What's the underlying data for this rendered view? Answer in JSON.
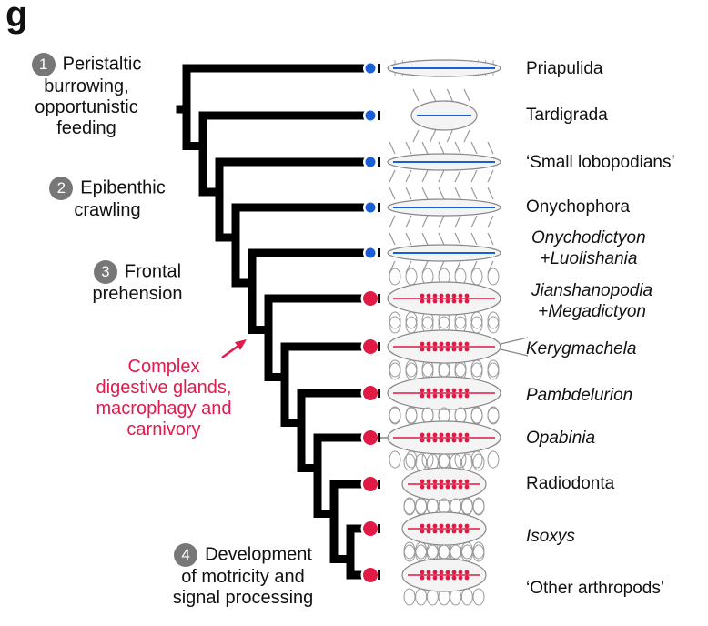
{
  "panel_letter": "g",
  "notes": [
    {
      "number": "1",
      "lines": [
        "Peristaltic",
        "burrowing,",
        "opportunistic",
        "feeding"
      ]
    },
    {
      "number": "2",
      "lines": [
        "Epibenthic",
        "crawling"
      ]
    },
    {
      "number": "3",
      "lines": [
        "Frontal",
        "prehension"
      ]
    },
    {
      "number": "4",
      "lines": [
        "Development",
        "of motricity and",
        "signal processing"
      ]
    }
  ],
  "red_note": {
    "lines": [
      "Complex",
      "digestive glands,",
      "macrophagy and",
      "carnivory"
    ],
    "color": "#e21b4d"
  },
  "taxa": [
    {
      "lines": [
        "Priapulida"
      ],
      "italic": false,
      "gland": "blue"
    },
    {
      "lines": [
        "Tardigrada"
      ],
      "italic": false,
      "gland": "blue"
    },
    {
      "lines": [
        "‘Small lobopodians’"
      ],
      "italic": false,
      "gland": "blue"
    },
    {
      "lines": [
        "Onychophora"
      ],
      "italic": false,
      "gland": "blue"
    },
    {
      "lines": [
        "Onychodictyon",
        "+Luolishania"
      ],
      "italic": true,
      "gland": "blue"
    },
    {
      "lines": [
        "Jianshanopodia",
        "+Megadictyon"
      ],
      "italic": true,
      "gland": "red"
    },
    {
      "lines": [
        "Kerygmachela"
      ],
      "italic": true,
      "gland": "red"
    },
    {
      "lines": [
        "Pambdelurion"
      ],
      "italic": true,
      "gland": "red"
    },
    {
      "lines": [
        "Opabinia"
      ],
      "italic": true,
      "gland": "red"
    },
    {
      "lines": [
        "Radiodonta"
      ],
      "italic": false,
      "gland": "red"
    },
    {
      "lines": [
        "Isoxys"
      ],
      "italic": true,
      "gland": "red"
    },
    {
      "lines": [
        "‘Other arthropods’"
      ],
      "italic": false,
      "gland": "red"
    }
  ],
  "colors": {
    "blue_gland": "#1a5fd6",
    "red_gland": "#e01a45",
    "branch": "#000000",
    "note_circle": "#777777"
  }
}
